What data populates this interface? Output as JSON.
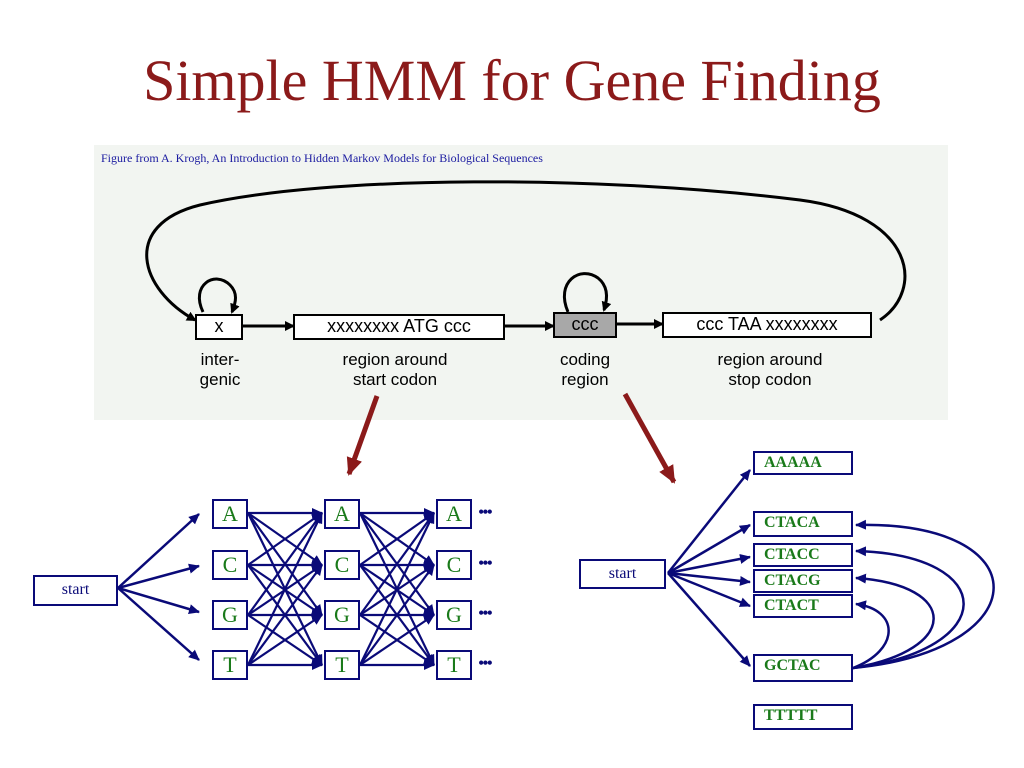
{
  "title": "Simple HMM for Gene Finding",
  "caption": "Figure from A. Krogh, An Introduction to Hidden Markov Models for Biological Sequences",
  "states": [
    {
      "box": "x",
      "label": "inter-\ngenic"
    },
    {
      "box": "xxxxxxxx ATG ccc",
      "label": "region around\nstart codon"
    },
    {
      "box": "ccc",
      "label": "coding\nregion"
    },
    {
      "box": "ccc TAA xxxxxxxx",
      "label": "region around\nstop codon"
    }
  ],
  "left_model": {
    "start_label": "start",
    "columns": [
      [
        "A",
        "C",
        "G",
        "T"
      ],
      [
        "A",
        "C",
        "G",
        "T"
      ],
      [
        "A",
        "C",
        "G",
        "T"
      ]
    ],
    "continuation": "•••"
  },
  "right_model": {
    "start_label": "start",
    "codons": [
      "AAAAA",
      "CTACA",
      "CTACC",
      "CTACG",
      "CTACT",
      "GCTAC",
      "TTTTT"
    ]
  },
  "colors": {
    "title": "#8b1a1a",
    "arrows": "#0a0a78",
    "nucleotide_text": "#1a7a1a",
    "callout_arrows": "#8b1a1a",
    "coding_state_fill": "#a8a8a8"
  }
}
